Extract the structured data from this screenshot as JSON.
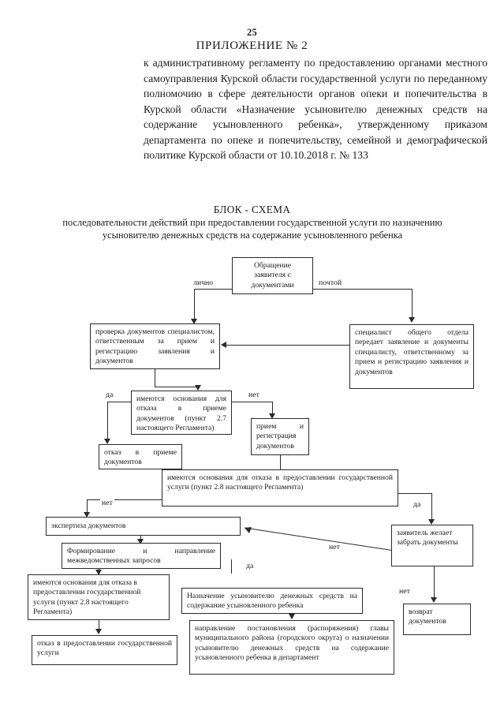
{
  "document": {
    "page_number": "25",
    "appendix_title": "ПРИЛОЖЕНИЕ № 2",
    "header_paragraph": "к административному регламенту по предоставлению органами местного самоуправления Курской области государственной услуги по переданному полномочию в сфере деятельности органов опеки и попечительства в Курской области «Назначение усыновителю денежных средств на содержание усыновленного ребенка», утвержденному приказом департамента по опеке и попечительству, семейной и демографической политике Курской области от 10.10.2018 г. № 133",
    "scheme_title": "БЛОК - СХЕМА",
    "scheme_subtitle": "последовательности действий при предоставлении государственной услуги по назначению усыновителю денежных средств на содержание усыновленного ребенка"
  },
  "flowchart": {
    "nodes": {
      "applicant_request": "Обращение заявителя с документами",
      "check_documents": "проверка документов специалистом, ответственным за прием и регистрацию заявления и документов",
      "general_dept_specialist": "специалист общего отдела передает заявление и документы специалисту, ответственному за прием и регистрацию заявления и документов",
      "refusal_grounds_acceptance": "имеются основания для отказа в приеме документов (пункт 2.7 настоящего Регламента)",
      "refusal_acceptance": "отказ в приеме документов",
      "accept_and_register": "прием и регистрация документов",
      "refusal_grounds_service": "имеются основания для отказа в предоставлении государственной услуги (пункт 2.8 настоящего Регламента)",
      "expertise": "экспертиза документов",
      "interagency_requests": "Формирование и направление межведомственных запросов",
      "refusal_grounds_service_2": "имеются основания для отказа в предоставлении государственной услуги (пункт 2.8 настоящего Регламента)",
      "refusal_service": "отказ в предоставлении государственной услуги",
      "assign_funds": "Назначение усыновителю денежных средств на содержание усыновленного ребенка",
      "send_resolution": "направление постановления (распоряжения) главы муниципального района (городского округа) о назначении усыновителю денежных средств на содержание усыновленного ребенка в департамент",
      "applicant_wants_return": "заявитель желает забрать документы",
      "return_documents": "возврат документов"
    },
    "edge_labels": {
      "in_person": "лично",
      "by_mail": "почтой",
      "yes_1": "да",
      "no_1": "нет",
      "no_2": "нет",
      "yes_2": "да",
      "no_3": "нет",
      "yes_3": "да",
      "no_4": "нет"
    }
  }
}
